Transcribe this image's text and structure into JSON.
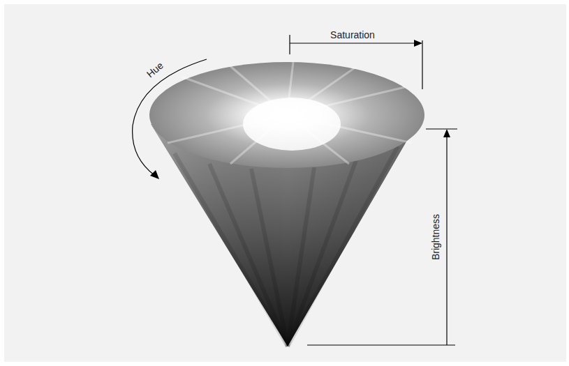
{
  "diagram": {
    "labels": [
      "Hue",
      "Saturation",
      "Brightness"
    ]
  }
}
